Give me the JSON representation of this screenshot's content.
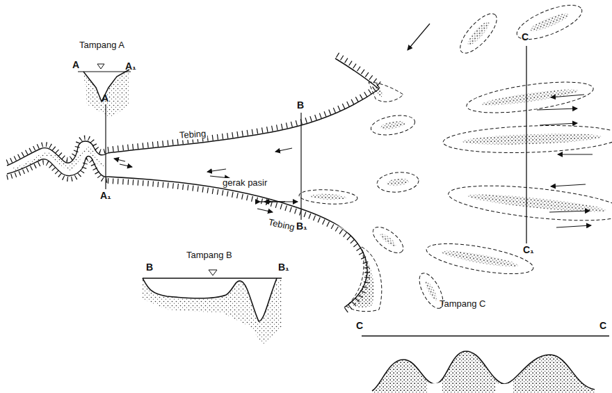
{
  "diagram": {
    "labels": [
      "Tampang A",
      "A",
      "A₁",
      "A",
      "A₁",
      "Tebing",
      "Tebing",
      "B",
      "B₁",
      "gerak pasir",
      "Tampang B",
      "B",
      "B₁",
      "C",
      "C₁",
      "Tampang C",
      "C",
      "C"
    ]
  }
}
